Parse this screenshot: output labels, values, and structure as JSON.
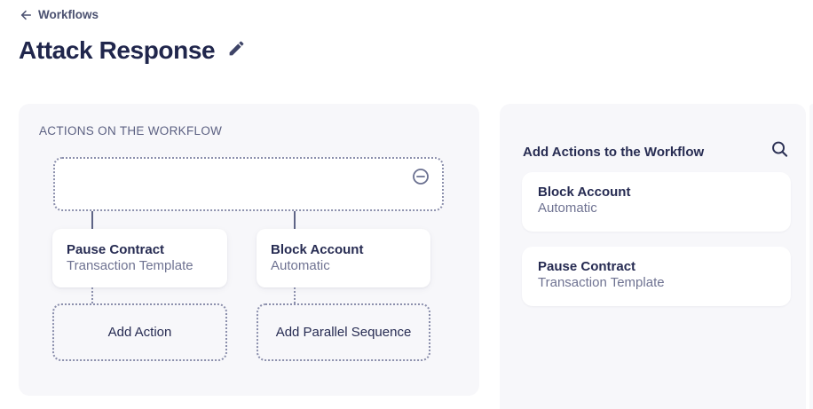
{
  "header": {
    "back_label": "Workflows",
    "title": "Attack Response"
  },
  "workflow_panel": {
    "heading": "ACTIONS ON THE WORKFLOW",
    "nodes": [
      {
        "title": "Pause Contract",
        "subtitle": "Transaction Template"
      },
      {
        "title": "Block Account",
        "subtitle": "Automatic"
      }
    ],
    "add_action_label": "Add Action",
    "add_parallel_label": "Add Parallel Sequence"
  },
  "actions_panel": {
    "heading": "Add Actions to the Workflow",
    "items": [
      {
        "title": "Block Account",
        "subtitle": "Automatic"
      },
      {
        "title": "Pause Contract",
        "subtitle": "Transaction Template"
      }
    ]
  },
  "icons": {
    "back": "arrow-left",
    "edit": "pencil",
    "remove_node": "minus-circle",
    "search": "magnifier"
  },
  "colors": {
    "navy_text": "#262b52",
    "muted_text": "#6f7392",
    "dotted_border": "#8b8fac",
    "connector": "#5e6486",
    "panel_bg": "#f7f7fa"
  }
}
